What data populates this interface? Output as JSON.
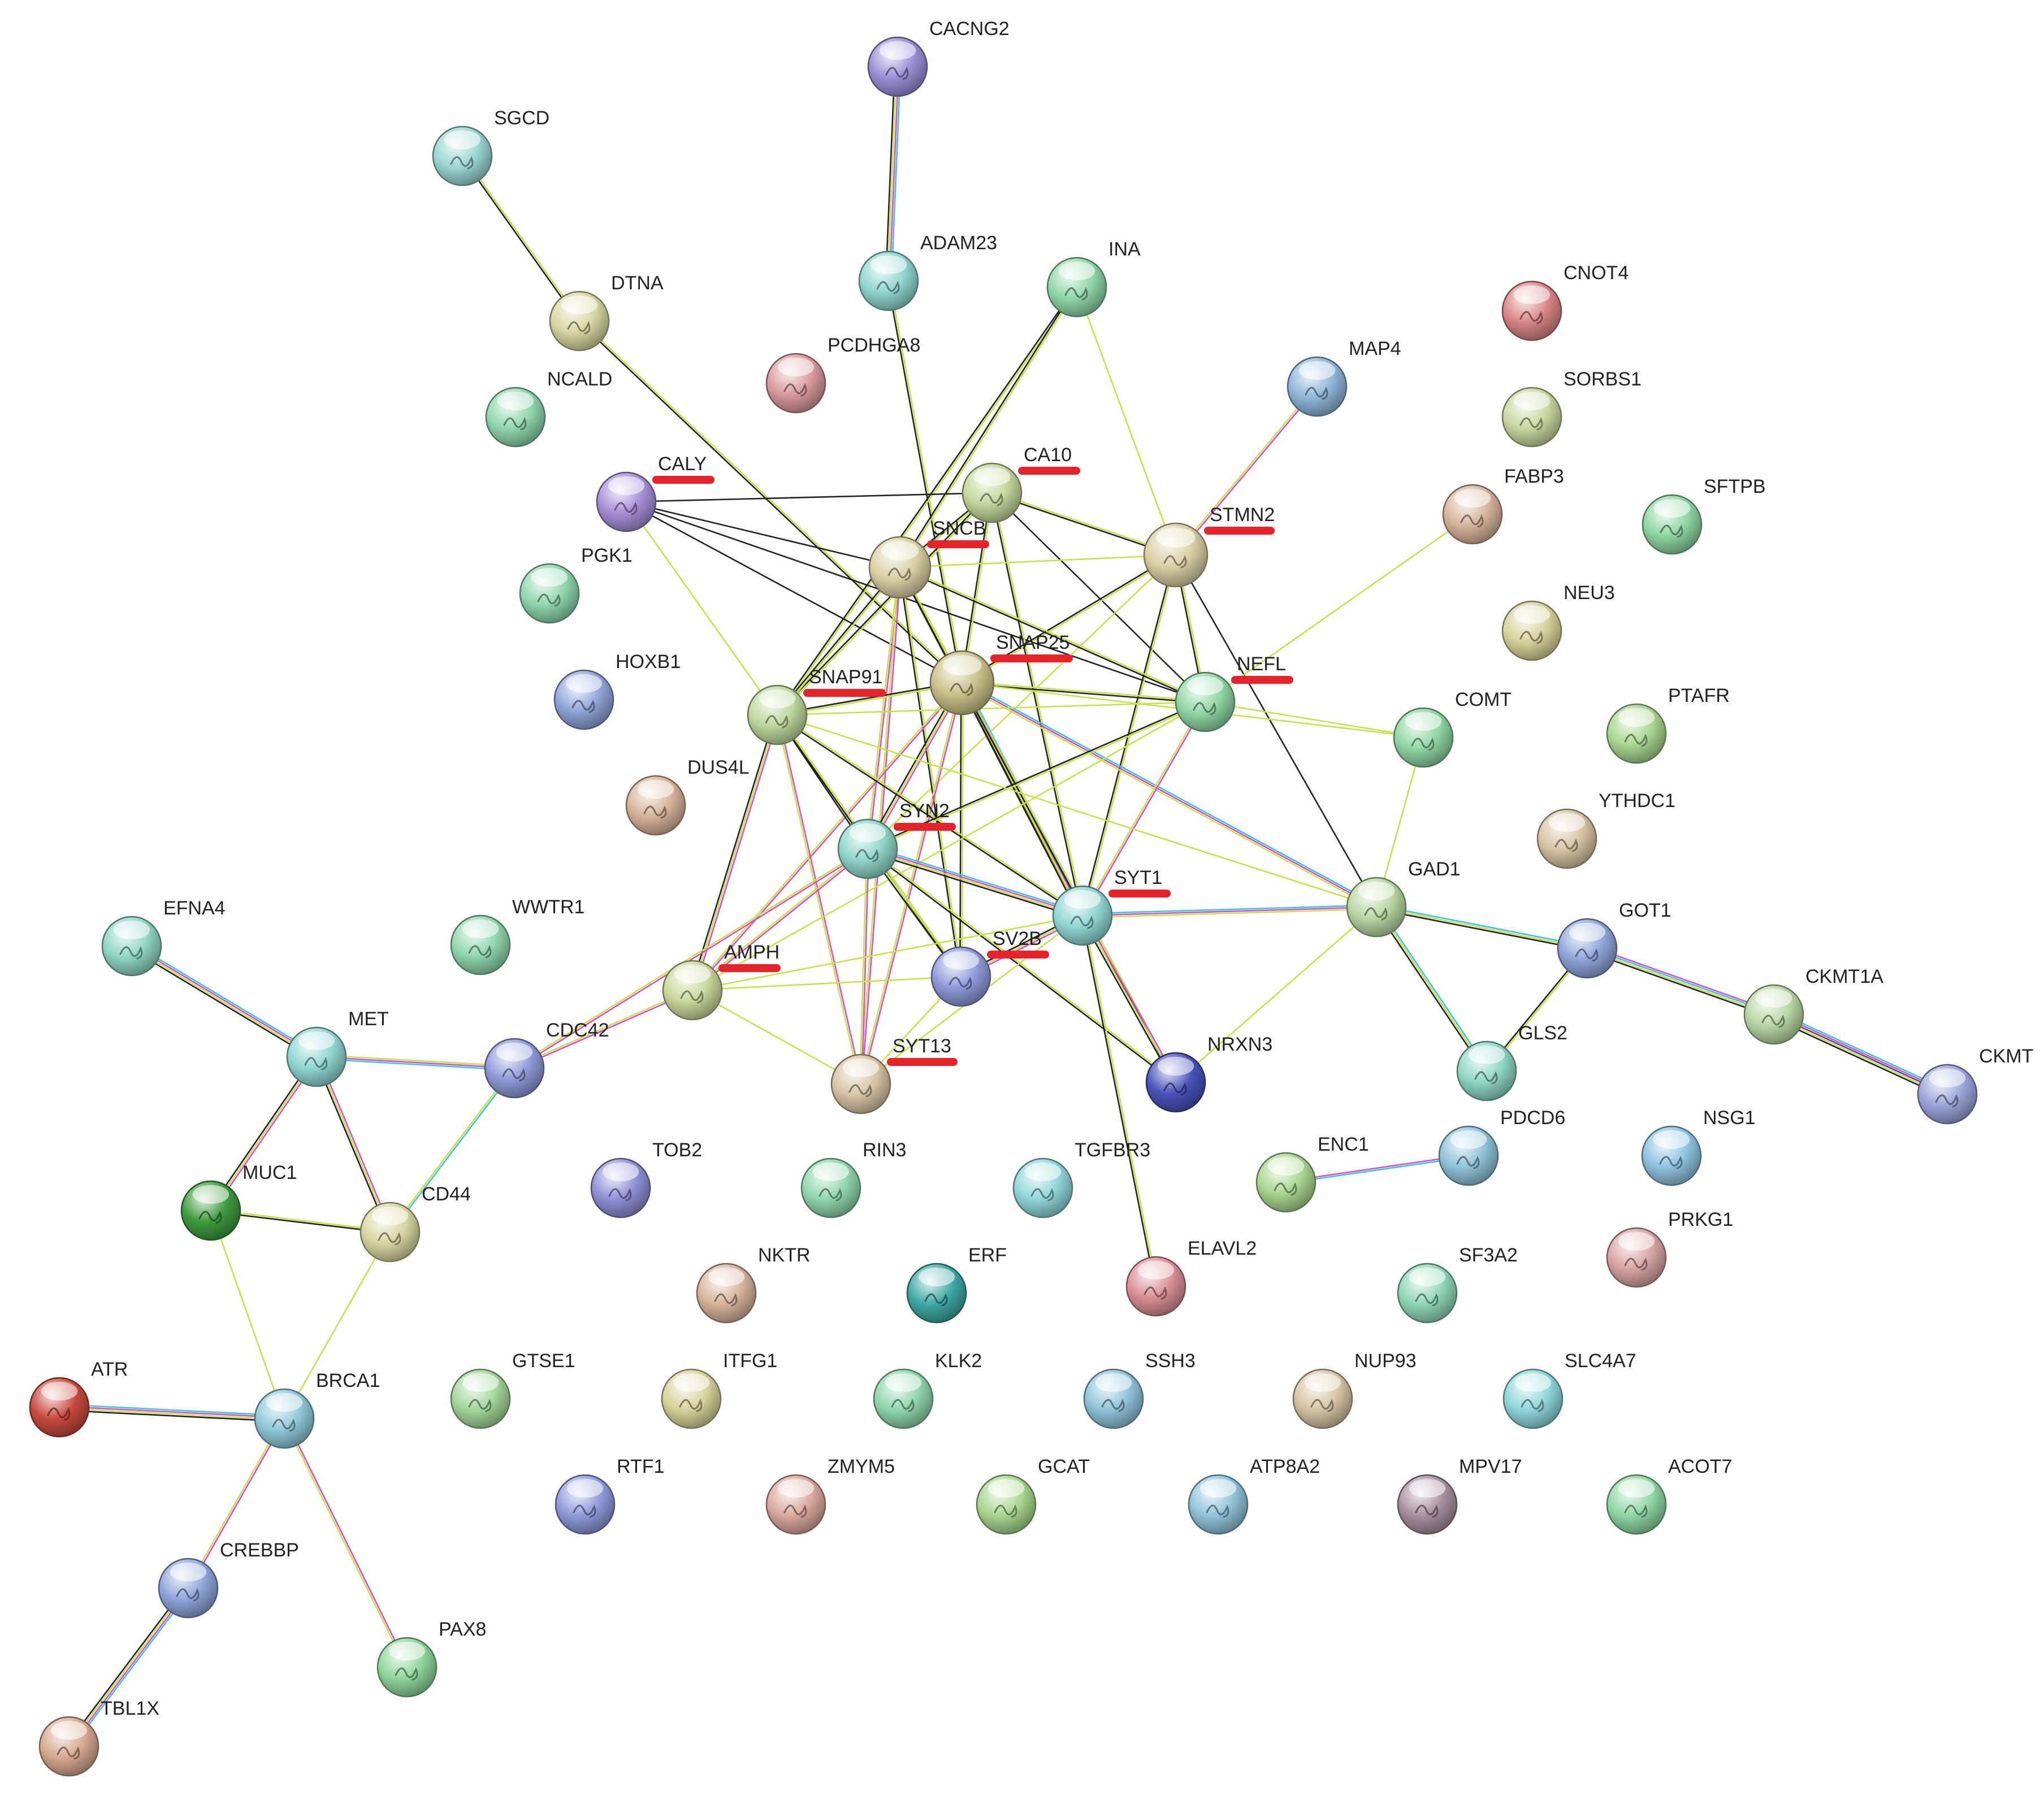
{
  "nodes": [
    {
      "id": "CACNG2",
      "color": "#9a8fd6"
    },
    {
      "id": "SGCD",
      "color": "#9ad6d2"
    },
    {
      "id": "ADAM23",
      "color": "#8fd6cf"
    },
    {
      "id": "INA",
      "color": "#8fd6a8"
    },
    {
      "id": "CNOT4",
      "color": "#d98686"
    },
    {
      "id": "DTNA",
      "color": "#d6d6a0"
    },
    {
      "id": "PCDHGA8",
      "color": "#d99a9e"
    },
    {
      "id": "MAP4",
      "color": "#8fb5d9"
    },
    {
      "id": "SORBS1",
      "color": "#cbd6a0"
    },
    {
      "id": "NCALD",
      "color": "#8fd6ad"
    },
    {
      "id": "CALY",
      "color": "#a58fd6"
    },
    {
      "id": "CA10",
      "color": "#c3d69a"
    },
    {
      "id": "FABP3",
      "color": "#d6b39a"
    },
    {
      "id": "SFTPB",
      "color": "#8fd6a3"
    },
    {
      "id": "STMN2",
      "color": "#d9cfa3"
    },
    {
      "id": "SNCB",
      "color": "#d9cfa3"
    },
    {
      "id": "PGK1",
      "color": "#8fd6ad"
    },
    {
      "id": "NEU3",
      "color": "#d6d29a"
    },
    {
      "id": "HOXB1",
      "color": "#8fa5d9"
    },
    {
      "id": "SNAP25",
      "color": "#c8c088"
    },
    {
      "id": "NEFL",
      "color": "#8fd6a3"
    },
    {
      "id": "SNAP91",
      "color": "#bcd69a"
    },
    {
      "id": "COMT",
      "color": "#8fd6a3"
    },
    {
      "id": "PTAFR",
      "color": "#a8d68f"
    },
    {
      "id": "DUS4L",
      "color": "#d6b39a"
    },
    {
      "id": "SYN2",
      "color": "#8fd6c8"
    },
    {
      "id": "YTHDC1",
      "color": "#d6c3a3"
    },
    {
      "id": "GAD1",
      "color": "#b8d6a3"
    },
    {
      "id": "SYT1",
      "color": "#8fd6d2"
    },
    {
      "id": "EFNA4",
      "color": "#8fd6c3"
    },
    {
      "id": "WWTR1",
      "color": "#8fd6ad"
    },
    {
      "id": "GOT1",
      "color": "#8fa5d9"
    },
    {
      "id": "AMPH",
      "color": "#cbd69a"
    },
    {
      "id": "SV2B",
      "color": "#8f9ad9"
    },
    {
      "id": "CKMT1A",
      "color": "#b8d6a3"
    },
    {
      "id": "MET",
      "color": "#8fd6d2"
    },
    {
      "id": "CDC42",
      "color": "#8f9ad9"
    },
    {
      "id": "NRXN3",
      "color": "#4a52b8"
    },
    {
      "id": "GLS2",
      "color": "#8fd6c3"
    },
    {
      "id": "SYT13",
      "color": "#d6c3a3"
    },
    {
      "id": "CKMT",
      "color": "#9aa5d9"
    },
    {
      "id": "PDCD6",
      "color": "#8fc3d9"
    },
    {
      "id": "NSG1",
      "color": "#8fc3e0"
    },
    {
      "id": "ENC1",
      "color": "#a8d68f"
    },
    {
      "id": "MUC1",
      "color": "#3e9a3e"
    },
    {
      "id": "TOB2",
      "color": "#8f8fd6"
    },
    {
      "id": "RIN3",
      "color": "#8fd6ad"
    },
    {
      "id": "TGFBR3",
      "color": "#8fd6d9"
    },
    {
      "id": "CD44",
      "color": "#d6d6a0"
    },
    {
      "id": "PRKG1",
      "color": "#d9a3a3"
    },
    {
      "id": "NKTR",
      "color": "#d6b39a"
    },
    {
      "id": "ERF",
      "color": "#3ea8a3"
    },
    {
      "id": "ELAVL2",
      "color": "#d98f95"
    },
    {
      "id": "SF3A2",
      "color": "#8fd6b8"
    },
    {
      "id": "ATR",
      "color": "#c84a3e"
    },
    {
      "id": "GTSE1",
      "color": "#a3d69a"
    },
    {
      "id": "ITFG1",
      "color": "#d6d29a"
    },
    {
      "id": "KLK2",
      "color": "#8fd6ad"
    },
    {
      "id": "SSH3",
      "color": "#8fc3d9"
    },
    {
      "id": "NUP93",
      "color": "#d6c3a3"
    },
    {
      "id": "SLC4A7",
      "color": "#8fd6d9"
    },
    {
      "id": "BRCA1",
      "color": "#8fc8d9"
    },
    {
      "id": "RTF1",
      "color": "#8f9ad9"
    },
    {
      "id": "ZMYM5",
      "color": "#d9a89e"
    },
    {
      "id": "GCAT",
      "color": "#a8d68f"
    },
    {
      "id": "ATP8A2",
      "color": "#8fc3d9"
    },
    {
      "id": "MPV17",
      "color": "#a88f9e"
    },
    {
      "id": "ACOT7",
      "color": "#8fd6a3"
    },
    {
      "id": "CREBBP",
      "color": "#8fa5d9"
    },
    {
      "id": "PAX8",
      "color": "#8fd69a"
    },
    {
      "id": "TBL1X",
      "color": "#d6a88f"
    }
  ],
  "highlighted": [
    "CALY",
    "CA10",
    "SNCB",
    "STMN2",
    "SNAP25",
    "SNAP91",
    "NEFL",
    "SYN2",
    "SYT1",
    "AMPH",
    "SV2B",
    "SYT13"
  ],
  "highlight_color": "#e8222a",
  "edge_colors": {
    "text-mining": "#c8e04a",
    "co-expression": "#222222",
    "experiments": "#d44fd4",
    "databases": "#3cc3e0",
    "coexpression-alt": "#4a4a9a"
  },
  "edges": [
    {
      "a": "CACNG2",
      "b": "ADAM23",
      "types": [
        "databases",
        "experiments",
        "text-mining",
        "co-expression"
      ]
    },
    {
      "a": "SGCD",
      "b": "DTNA",
      "types": [
        "text-mining",
        "co-expression"
      ]
    },
    {
      "a": "DTNA",
      "b": "SNAP25",
      "types": [
        "text-mining",
        "co-expression"
      ]
    },
    {
      "a": "ADAM23",
      "b": "SNAP25",
      "types": [
        "text-mining",
        "co-expression"
      ]
    },
    {
      "a": "INA",
      "b": "SNAP91",
      "types": [
        "text-mining",
        "co-expression"
      ]
    },
    {
      "a": "INA",
      "b": "STMN2",
      "types": [
        "text-mining"
      ]
    },
    {
      "a": "INA",
      "b": "SNCB",
      "types": [
        "text-mining",
        "co-expression"
      ]
    },
    {
      "a": "MAP4",
      "b": "STMN2",
      "types": [
        "experiments",
        "text-mining"
      ]
    },
    {
      "a": "CALY",
      "b": "CA10",
      "types": [
        "co-expression"
      ]
    },
    {
      "a": "CALY",
      "b": "SNAP25",
      "types": [
        "co-expression"
      ]
    },
    {
      "a": "CALY",
      "b": "SNAP91",
      "types": [
        "text-mining"
      ]
    },
    {
      "a": "CALY",
      "b": "SNCB",
      "types": [
        "co-expression"
      ]
    },
    {
      "a": "CALY",
      "b": "NEFL",
      "types": [
        "co-expression"
      ]
    },
    {
      "a": "CA10",
      "b": "SNCB",
      "types": [
        "text-mining",
        "co-expression"
      ]
    },
    {
      "a": "CA10",
      "b": "STMN2",
      "types": [
        "text-mining",
        "co-expression"
      ]
    },
    {
      "a": "CA10",
      "b": "SNAP25",
      "types": [
        "text-mining",
        "co-expression"
      ]
    },
    {
      "a": "CA10",
      "b": "NEFL",
      "types": [
        "co-expression"
      ]
    },
    {
      "a": "CA10",
      "b": "SYT1",
      "types": [
        "text-mining",
        "co-expression"
      ]
    },
    {
      "a": "CA10",
      "b": "SNAP91",
      "types": [
        "text-mining",
        "co-expression"
      ]
    },
    {
      "a": "STMN2",
      "b": "SNCB",
      "types": [
        "text-mining"
      ]
    },
    {
      "a": "STMN2",
      "b": "SNAP25",
      "types": [
        "text-mining",
        "co-expression"
      ]
    },
    {
      "a": "STMN2",
      "b": "NEFL",
      "types": [
        "text-mining",
        "co-expression"
      ]
    },
    {
      "a": "STMN2",
      "b": "SYT1",
      "types": [
        "text-mining",
        "co-expression"
      ]
    },
    {
      "a": "STMN2",
      "b": "GAD1",
      "types": [
        "co-expression"
      ]
    },
    {
      "a": "STMN2",
      "b": "SYN2",
      "types": [
        "text-mining"
      ]
    },
    {
      "a": "FABP3",
      "b": "NEFL",
      "types": [
        "text-mining"
      ]
    },
    {
      "a": "SNCB",
      "b": "SNAP25",
      "types": [
        "text-mining",
        "co-expression"
      ]
    },
    {
      "a": "SNCB",
      "b": "SNAP91",
      "types": [
        "text-mining",
        "co-expression"
      ]
    },
    {
      "a": "SNCB",
      "b": "SYN2",
      "types": [
        "experiments",
        "text-mining"
      ]
    },
    {
      "a": "SNCB",
      "b": "SYT1",
      "types": [
        "text-mining",
        "co-expression"
      ]
    },
    {
      "a": "SNCB",
      "b": "SYT13",
      "types": [
        "experiments",
        "text-mining"
      ]
    },
    {
      "a": "SNCB",
      "b": "NEFL",
      "types": [
        "text-mining",
        "co-expression"
      ]
    },
    {
      "a": "SNCB",
      "b": "SV2B",
      "types": [
        "text-mining",
        "co-expression"
      ]
    },
    {
      "a": "SNAP25",
      "b": "SNAP91",
      "types": [
        "text-mining",
        "co-expression"
      ]
    },
    {
      "a": "SNAP25",
      "b": "NEFL",
      "types": [
        "text-mining",
        "co-expression"
      ]
    },
    {
      "a": "SNAP25",
      "b": "SYN2",
      "types": [
        "experiments",
        "text-mining",
        "co-expression"
      ]
    },
    {
      "a": "SNAP25",
      "b": "SYT1",
      "types": [
        "databases",
        "experiments",
        "text-mining",
        "co-expression"
      ]
    },
    {
      "a": "SNAP25",
      "b": "AMPH",
      "types": [
        "experiments",
        "text-mining"
      ]
    },
    {
      "a": "SNAP25",
      "b": "SV2B",
      "types": [
        "text-mining",
        "co-expression"
      ]
    },
    {
      "a": "SNAP25",
      "b": "SYT13",
      "types": [
        "experiments",
        "text-mining"
      ]
    },
    {
      "a": "SNAP25",
      "b": "GAD1",
      "types": [
        "databases",
        "experiments",
        "text-mining"
      ]
    },
    {
      "a": "SNAP25",
      "b": "NRXN3",
      "types": [
        "text-mining",
        "co-expression"
      ]
    },
    {
      "a": "SNAP25",
      "b": "COMT",
      "types": [
        "text-mining"
      ]
    },
    {
      "a": "SNAP91",
      "b": "SYN2",
      "types": [
        "text-mining",
        "co-expression"
      ]
    },
    {
      "a": "SNAP91",
      "b": "SYT1",
      "types": [
        "text-mining",
        "co-expression"
      ]
    },
    {
      "a": "SNAP91",
      "b": "AMPH",
      "types": [
        "experiments",
        "text-mining",
        "co-expression"
      ]
    },
    {
      "a": "SNAP91",
      "b": "SYT13",
      "types": [
        "experiments",
        "text-mining"
      ]
    },
    {
      "a": "SNAP91",
      "b": "SV2B",
      "types": [
        "text-mining",
        "co-expression"
      ]
    },
    {
      "a": "SNAP91",
      "b": "NEFL",
      "types": [
        "text-mining"
      ]
    },
    {
      "a": "NEFL",
      "b": "SYN2",
      "types": [
        "text-mining",
        "co-expression"
      ]
    },
    {
      "a": "NEFL",
      "b": "SYT1",
      "types": [
        "experiments",
        "text-mining"
      ]
    },
    {
      "a": "NEFL",
      "b": "COMT",
      "types": [
        "text-mining"
      ]
    },
    {
      "a": "NEFL",
      "b": "AMPH",
      "types": [
        "text-mining"
      ]
    },
    {
      "a": "COMT",
      "b": "GAD1",
      "types": [
        "text-mining"
      ]
    },
    {
      "a": "SYN2",
      "b": "SYT1",
      "types": [
        "databases",
        "experiments",
        "text-mining",
        "co-expression"
      ]
    },
    {
      "a": "SYN2",
      "b": "AMPH",
      "types": [
        "experiments",
        "text-mining"
      ]
    },
    {
      "a": "SYN2",
      "b": "SV2B",
      "types": [
        "text-mining",
        "co-expression"
      ]
    },
    {
      "a": "SYN2",
      "b": "SYT13",
      "types": [
        "experiments",
        "text-mining"
      ]
    },
    {
      "a": "SYN2",
      "b": "NRXN3",
      "types": [
        "text-mining",
        "co-expression"
      ]
    },
    {
      "a": "SYN2",
      "b": "CDC42",
      "types": [
        "experiments",
        "text-mining"
      ]
    },
    {
      "a": "SYT1",
      "b": "GAD1",
      "types": [
        "databases",
        "experiments",
        "text-mining"
      ]
    },
    {
      "a": "SYT1",
      "b": "SV2B",
      "types": [
        "experiments",
        "text-mining",
        "co-expression"
      ]
    },
    {
      "a": "SYT1",
      "b": "AMPH",
      "types": [
        "text-mining"
      ]
    },
    {
      "a": "SYT1",
      "b": "NRXN3",
      "types": [
        "experiments",
        "text-mining",
        "co-expression"
      ]
    },
    {
      "a": "SYT1",
      "b": "ELAVL2",
      "types": [
        "text-mining",
        "co-expression"
      ]
    },
    {
      "a": "SYT1",
      "b": "SYT13",
      "types": [
        "text-mining"
      ]
    },
    {
      "a": "GAD1",
      "b": "GOT1",
      "types": [
        "databases",
        "text-mining",
        "co-expression"
      ]
    },
    {
      "a": "GAD1",
      "b": "GLS2",
      "types": [
        "databases",
        "text-mining",
        "co-expression"
      ]
    },
    {
      "a": "GAD1",
      "b": "NRXN3",
      "types": [
        "text-mining"
      ]
    },
    {
      "a": "GAD1",
      "b": "SNAP91",
      "types": [
        "text-mining"
      ]
    },
    {
      "a": "GOT1",
      "b": "GLS2",
      "types": [
        "text-mining",
        "co-expression"
      ]
    },
    {
      "a": "GOT1",
      "b": "CKMT1A",
      "types": [
        "experiments",
        "databases",
        "text-mining",
        "co-expression"
      ]
    },
    {
      "a": "CKMT1A",
      "b": "CKMT",
      "types": [
        "databases",
        "experiments",
        "coexpression-alt",
        "text-mining",
        "co-expression"
      ]
    },
    {
      "a": "AMPH",
      "b": "CDC42",
      "types": [
        "experiments",
        "text-mining"
      ]
    },
    {
      "a": "AMPH",
      "b": "SYT13",
      "types": [
        "text-mining"
      ]
    },
    {
      "a": "AMPH",
      "b": "SV2B",
      "types": [
        "text-mining"
      ]
    },
    {
      "a": "SV2B",
      "b": "SYT13",
      "types": [
        "text-mining"
      ]
    },
    {
      "a": "CDC42",
      "b": "MET",
      "types": [
        "databases",
        "experiments",
        "text-mining"
      ]
    },
    {
      "a": "CDC42",
      "b": "CD44",
      "types": [
        "databases",
        "text-mining"
      ]
    },
    {
      "a": "EFNA4",
      "b": "MET",
      "types": [
        "databases",
        "experiments",
        "text-mining",
        "co-expression"
      ]
    },
    {
      "a": "MET",
      "b": "MUC1",
      "types": [
        "experiments",
        "text-mining",
        "co-expression"
      ]
    },
    {
      "a": "MET",
      "b": "CD44",
      "types": [
        "experiments",
        "text-mining",
        "co-expression"
      ]
    },
    {
      "a": "MUC1",
      "b": "CD44",
      "types": [
        "text-mining",
        "co-expression"
      ]
    },
    {
      "a": "MUC1",
      "b": "BRCA1",
      "types": [
        "text-mining"
      ]
    },
    {
      "a": "CD44",
      "b": "BRCA1",
      "types": [
        "text-mining"
      ]
    },
    {
      "a": "ATR",
      "b": "BRCA1",
      "types": [
        "databases",
        "experiments",
        "text-mining",
        "co-expression"
      ]
    },
    {
      "a": "BRCA1",
      "b": "CREBBP",
      "types": [
        "experiments",
        "text-mining"
      ]
    },
    {
      "a": "BRCA1",
      "b": "PAX8",
      "types": [
        "experiments",
        "text-mining"
      ]
    },
    {
      "a": "CREBBP",
      "b": "TBL1X",
      "types": [
        "databases",
        "experiments",
        "text-mining",
        "co-expression"
      ]
    },
    {
      "a": "ENC1",
      "b": "PDCD6",
      "types": [
        "experiments",
        "databases"
      ]
    }
  ]
}
